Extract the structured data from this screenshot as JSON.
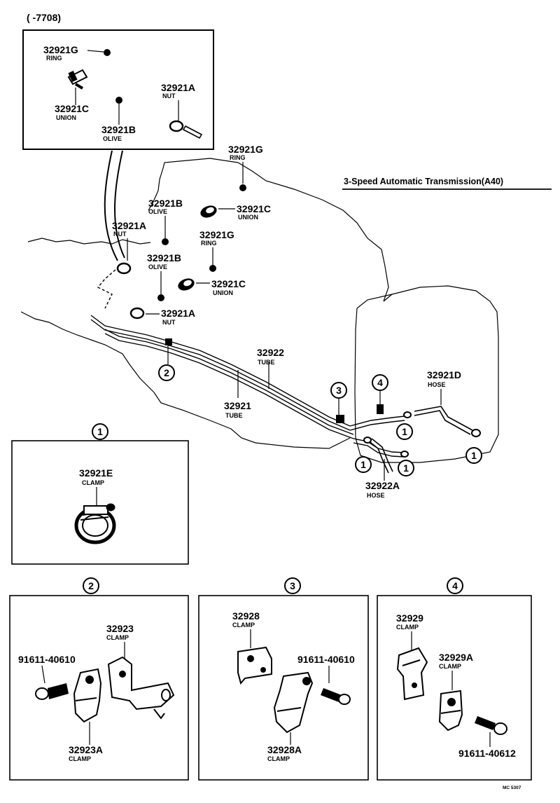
{
  "header": {
    "range": "(        -7708)"
  },
  "title": "3-Speed Automatic Transmission(A40)",
  "code": "MC 5307",
  "parts": {
    "inset_ring": {
      "num": "32921G",
      "name": "RING"
    },
    "inset_union": {
      "num": "32921C",
      "name": "UNION"
    },
    "inset_olive": {
      "num": "32921B",
      "name": "OLIVE"
    },
    "inset_nut": {
      "num": "32921A",
      "name": "NUT"
    },
    "ring_top": {
      "num": "32921G",
      "name": "RING"
    },
    "olive_1": {
      "num": "32921B",
      "name": "OLIVE"
    },
    "union_1": {
      "num": "32921C",
      "name": "UNION"
    },
    "nut_1": {
      "num": "32921A",
      "name": "NUT"
    },
    "ring_2": {
      "num": "32921G",
      "name": "RING"
    },
    "olive_2": {
      "num": "32921B",
      "name": "OLIVE"
    },
    "union_2": {
      "num": "32921C",
      "name": "UNION"
    },
    "nut_2": {
      "num": "32921A",
      "name": "NUT"
    },
    "tube_32922": {
      "num": "32922",
      "name": "TUBE"
    },
    "tube_32921": {
      "num": "32921",
      "name": "TUBE"
    },
    "hose_32921d": {
      "num": "32921D",
      "name": "HOSE"
    },
    "hose_32922a": {
      "num": "32922A",
      "name": "HOSE"
    },
    "clamp_32921e": {
      "num": "32921E",
      "name": "CLAMP"
    },
    "clamp_32923": {
      "num": "32923",
      "name": "CLAMP"
    },
    "bolt_a": {
      "num": "91611-40610"
    },
    "clamp_32923a": {
      "num": "32923A",
      "name": "CLAMP"
    },
    "clamp_32928": {
      "num": "32928",
      "name": "CLAMP"
    },
    "bolt_b": {
      "num": "91611-40610"
    },
    "clamp_32928a": {
      "num": "32928A",
      "name": "CLAMP"
    },
    "clamp_32929": {
      "num": "32929",
      "name": "CLAMP"
    },
    "clamp_32929a": {
      "num": "32929A",
      "name": "CLAMP"
    },
    "bolt_c": {
      "num": "91611-40612"
    }
  },
  "callouts": {
    "c1": "1",
    "c2": "2",
    "c3": "3",
    "c4": "4"
  }
}
